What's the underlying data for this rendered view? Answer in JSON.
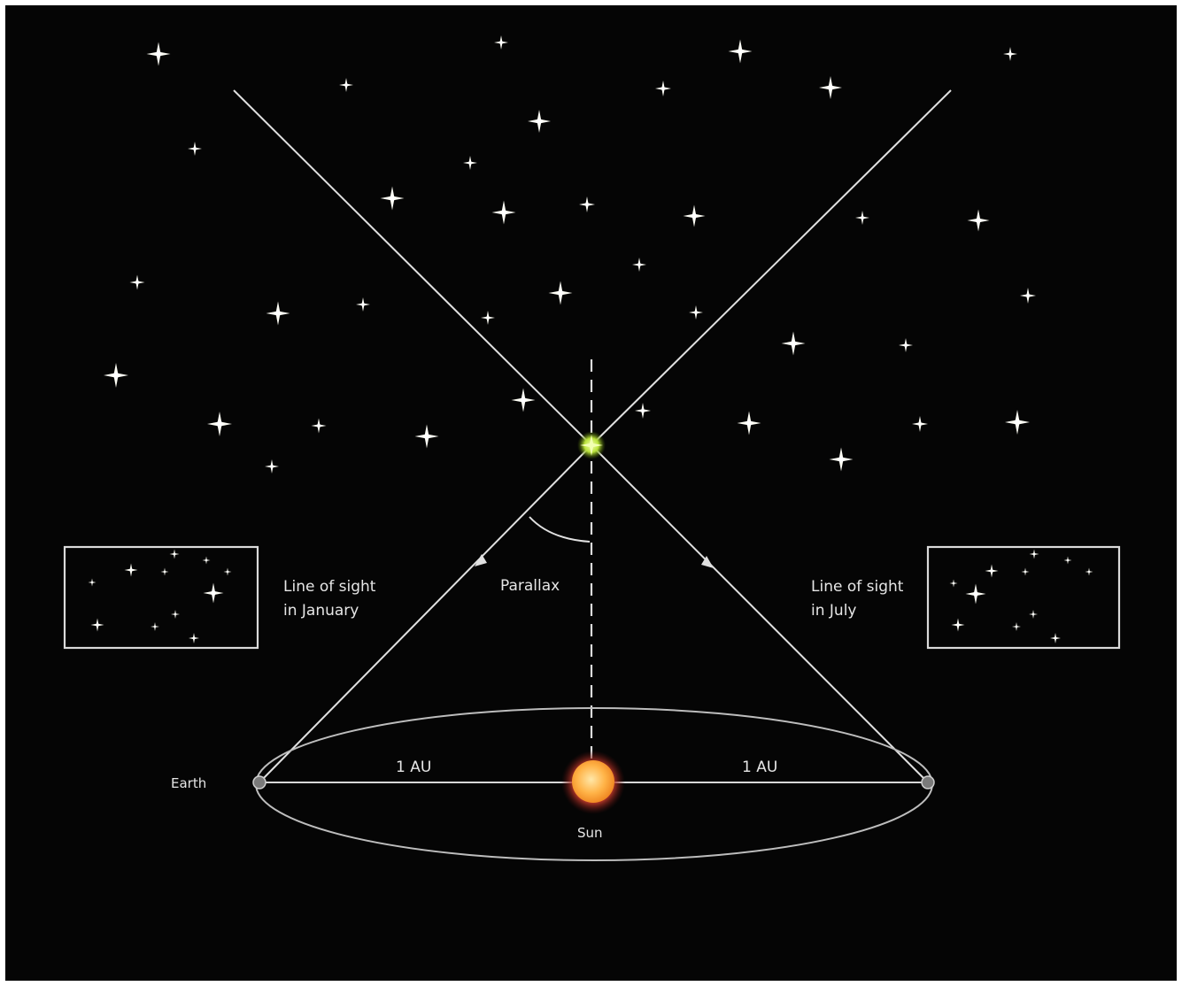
{
  "labels": {
    "parallax": "Parallax",
    "sight_january_line1": "Line of sight",
    "sight_january_line2": "in January",
    "sight_july_line1": "Line of sight",
    "sight_july_line2": "in July",
    "au_left": "1 AU",
    "au_right": "1 AU",
    "earth": "Earth",
    "sun": "Sun"
  },
  "colors": {
    "background": "#050505",
    "lines": "#e0e0e0",
    "orbit": "#bdbdbd",
    "sun_core": "#ffb347",
    "sun_glow": "#c0392b",
    "target_star": "#e8ff7a"
  },
  "icons": {
    "star": "four-point-star-icon",
    "sun": "sun-icon",
    "earth": "earth-icon"
  }
}
